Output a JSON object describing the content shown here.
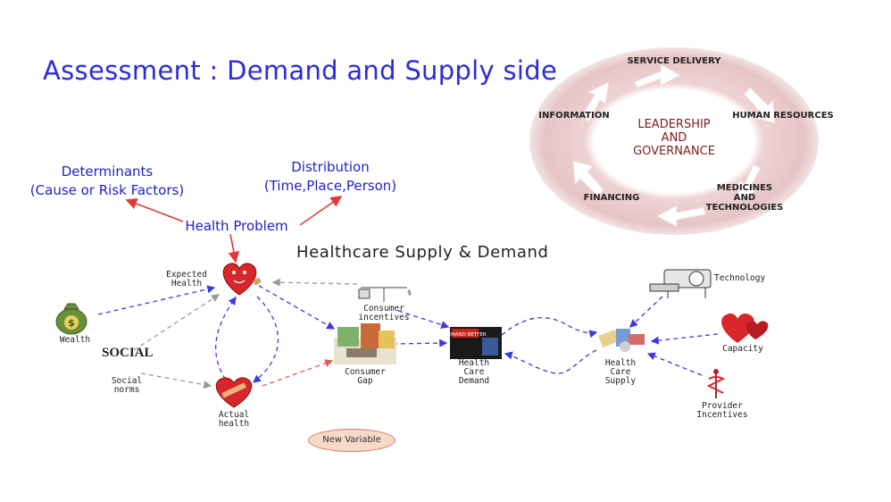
{
  "title": "Assessment : Demand and Supply side",
  "problem_tree": {
    "determinants_line1": "Determinants",
    "determinants_line2": "(Cause or Risk Factors)",
    "distribution_line1": "Distribution",
    "distribution_line2": "(Time,Place,Person)",
    "health_problem": "Health Problem"
  },
  "health_system_wheel": {
    "center_line1": "LEADERSHIP",
    "center_line2": "AND",
    "center_line3": "GOVERNANCE",
    "service_delivery": "SERVICE DELIVERY",
    "human_resources": "HUMAN RESOURCES",
    "medicines_line1": "MEDICINES",
    "medicines_line2": "AND",
    "medicines_line3": "TECHNOLOGIES",
    "financing": "FINANCING",
    "information": "INFORMATION"
  },
  "supply_demand": {
    "heading": "Healthcare Supply & Demand",
    "expected_health_1": "Expected",
    "expected_health_2": "Health",
    "wealth": "Wealth",
    "social_norms_1": "Social",
    "social_norms_2": "norms",
    "norms_icon_text": "SOCIAL",
    "actual_health_1": "Actual",
    "actual_health_2": "health",
    "consumer_incentives_1": "Consumer",
    "consumer_incentives_2": "incentives",
    "consumer_gap_1": "Consumer",
    "consumer_gap_2": "Gap",
    "demand_1": "Health",
    "demand_2": "Care",
    "demand_3": "Demand",
    "demand_icon_text": "DEMAND BETTER",
    "supply_1": "Health",
    "supply_2": "Care",
    "supply_3": "Supply",
    "technology": "Technology",
    "capacity": "Capacity",
    "provider_incentives_1": "Provider",
    "provider_incentives_2": "Incentives",
    "new_variable": "New Variable"
  },
  "colors": {
    "title_blue": "#2b2bd9",
    "arrow_red": "#e23a3a",
    "dashed_blue": "#3a3ae0",
    "dashed_gray": "#9a9a9a",
    "wheel_ring": "#e9cfd0"
  }
}
